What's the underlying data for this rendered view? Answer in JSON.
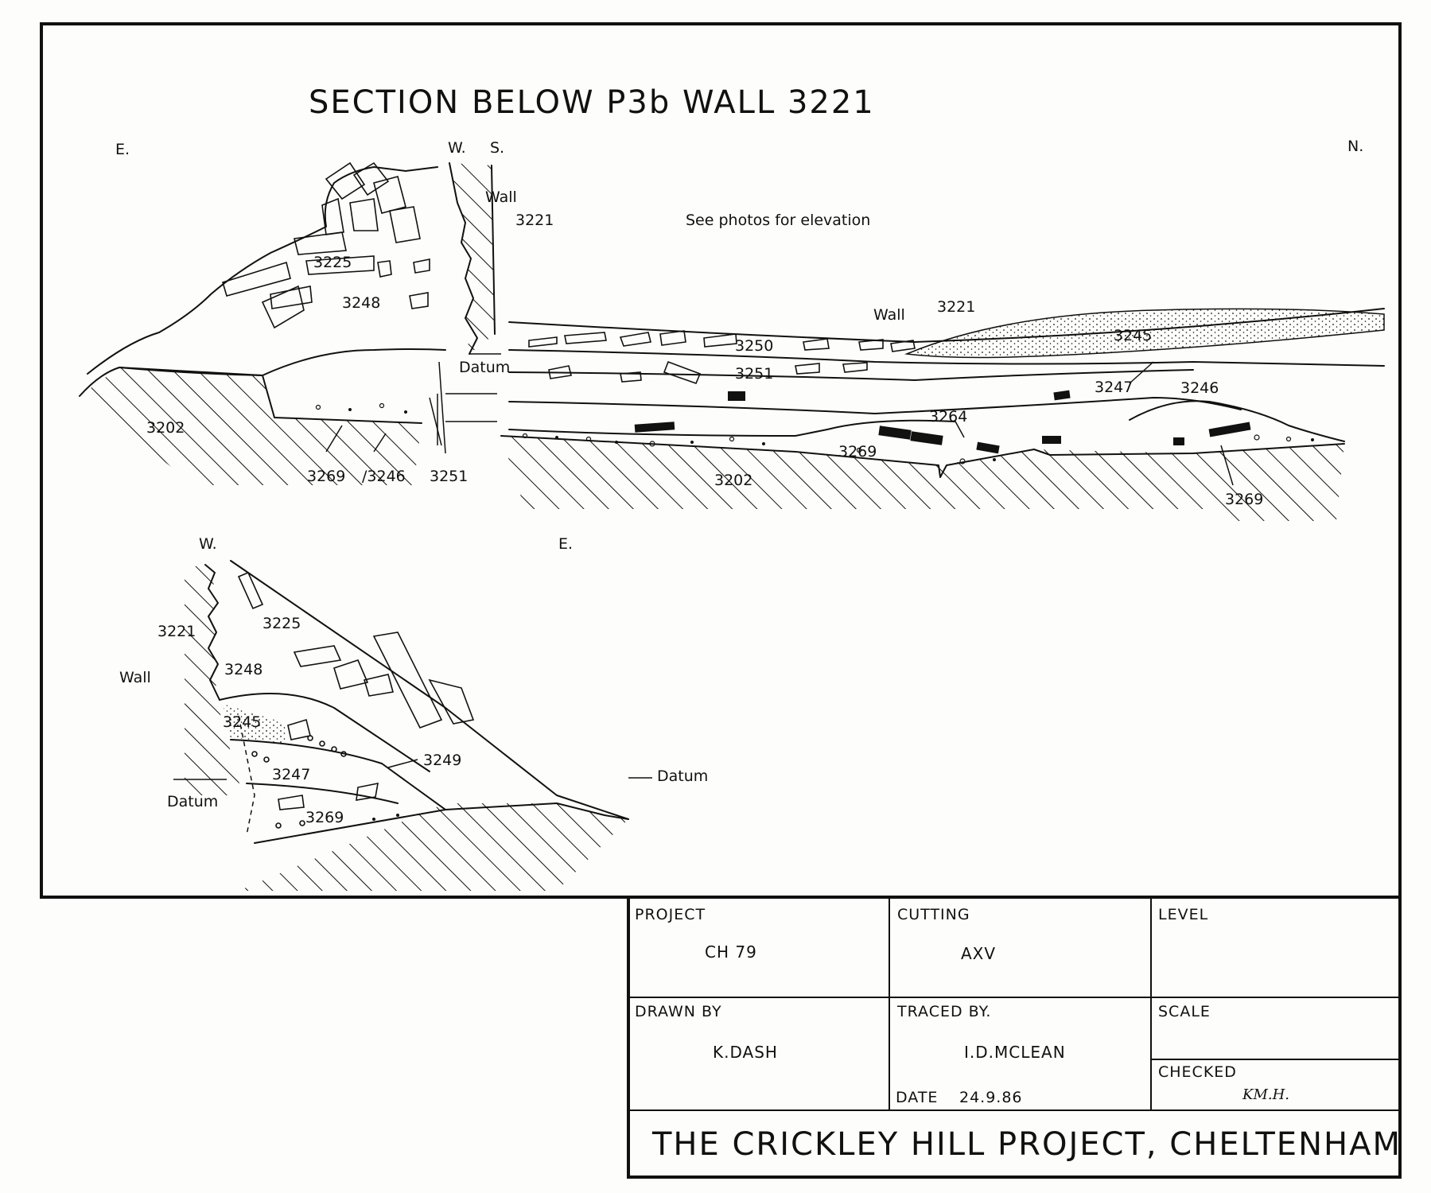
{
  "title": "SECTION BELOW P3b WALL 3221",
  "orientation": {
    "top_left": "E.",
    "top_mid_w": "W.",
    "top_mid_s": "S.",
    "top_right": "N.",
    "lower_w": "W.",
    "lower_e": "E."
  },
  "notes": {
    "photos": "See photos for elevation"
  },
  "labels": {
    "wall": "Wall",
    "wall_num": "3221",
    "datum": "Datum",
    "c3225": "3225",
    "c3248": "3248",
    "c3250": "3250",
    "c3251": "3251",
    "c3245": "3245",
    "c3247": "3247",
    "c3246": "3246",
    "c3264": "3264",
    "c3269": "3269",
    "c3202": "3202",
    "c3249": "3249",
    "c3269_3246": "/3246"
  },
  "title_block": {
    "project_label": "PROJECT",
    "project_value": "CH 79",
    "cutting_label": "CUTTING",
    "cutting_value": "AXV",
    "level_label": "LEVEL",
    "drawn_label": "DRAWN BY",
    "drawn_value": "K.DASH",
    "traced_label": "TRACED BY.",
    "traced_value": "I.D.MCLEAN",
    "date_label": "DATE",
    "date_value": "24.9.86",
    "scale_label": "SCALE",
    "checked_label": "CHECKED",
    "checked_value": "KM.H.",
    "banner": "THE CRICKLEY HILL PROJECT, CHELTENHAM"
  }
}
